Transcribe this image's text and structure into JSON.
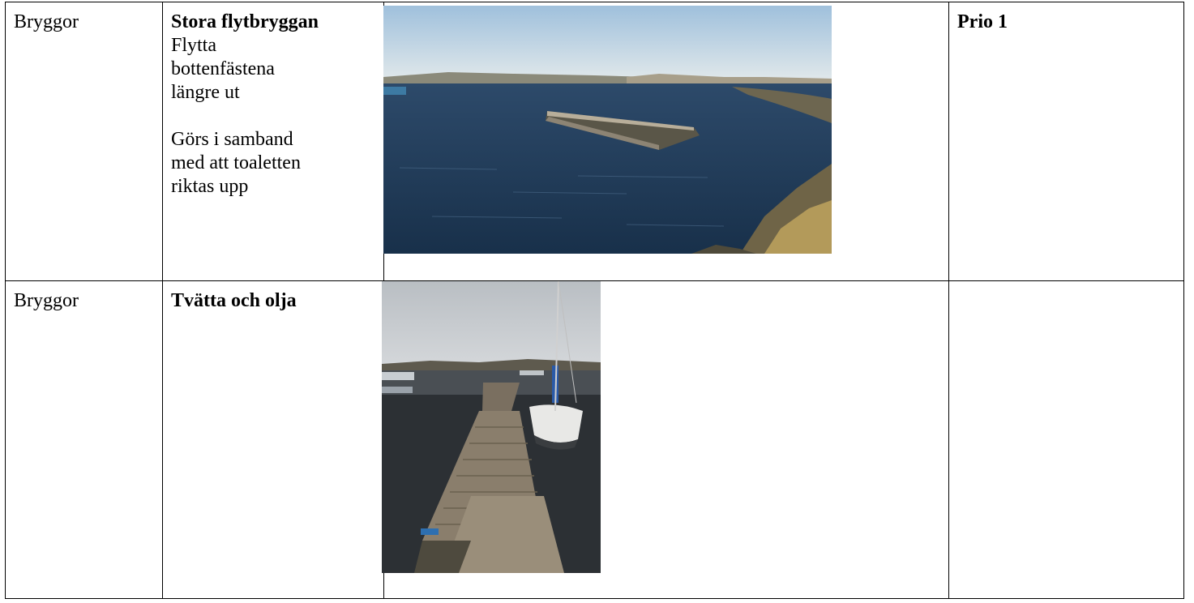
{
  "rows": [
    {
      "category": "Bryggor",
      "task": {
        "title": "Stora flytbryggan",
        "lines": [
          "Flytta",
          "bottenfästena",
          "längre ut"
        ],
        "note_lines": [
          "Görs i samband",
          "med att toaletten",
          "riktas upp"
        ]
      },
      "photo": {
        "description_icon": "harbor-floating-dock-photo-icon"
      },
      "priority": "Prio 1"
    },
    {
      "category": "Bryggor",
      "task": {
        "title": "Tvätta och olja"
      },
      "photo": {
        "description_icon": "wooden-pier-sailboat-photo-icon"
      },
      "priority": ""
    }
  ],
  "colors": {
    "border": "#000000",
    "water": "#1f3550",
    "sky": "#c9d9e6",
    "rocks": "#7a6a4e"
  }
}
